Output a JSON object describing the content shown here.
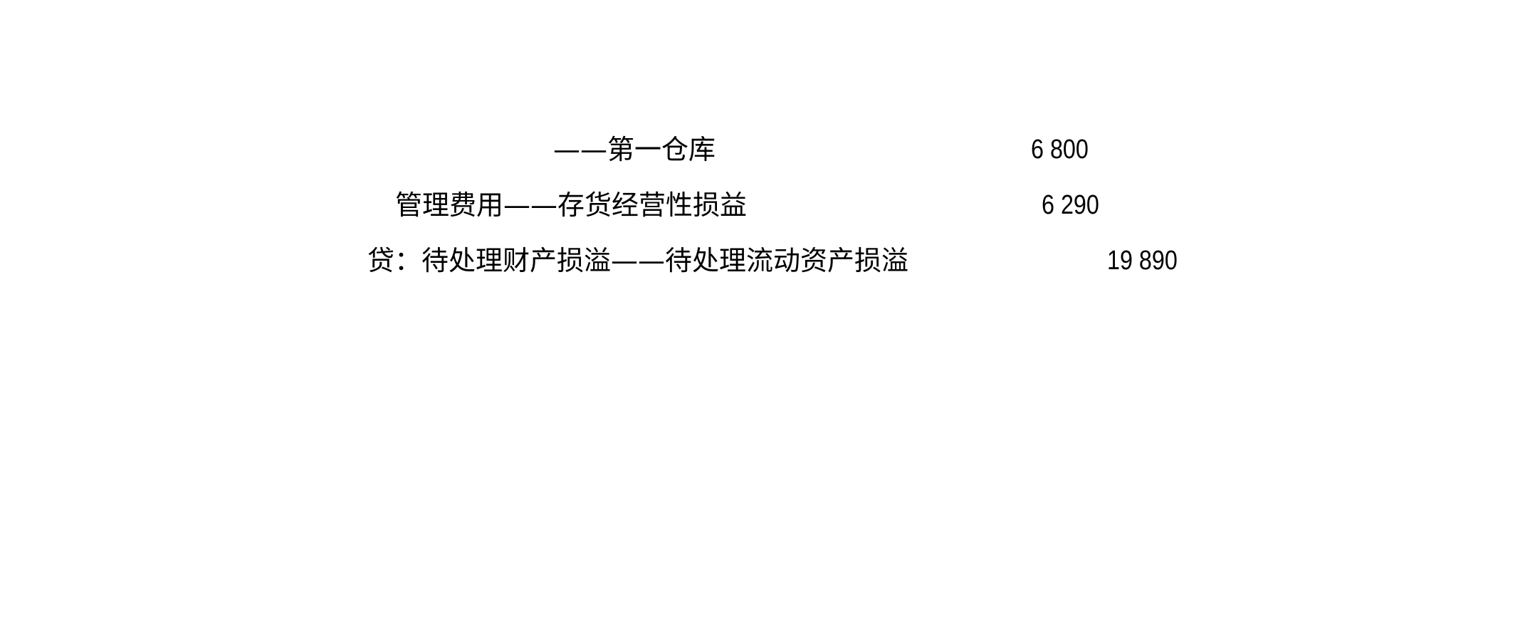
{
  "entries": [
    {
      "account": "——第一仓库",
      "amount": "6 800"
    },
    {
      "account": "管理费用——存货经营性损益",
      "amount": "6 290"
    },
    {
      "account": "贷：待处理财产损溢——待处理流动资产损溢",
      "amount": "19 890"
    }
  ]
}
